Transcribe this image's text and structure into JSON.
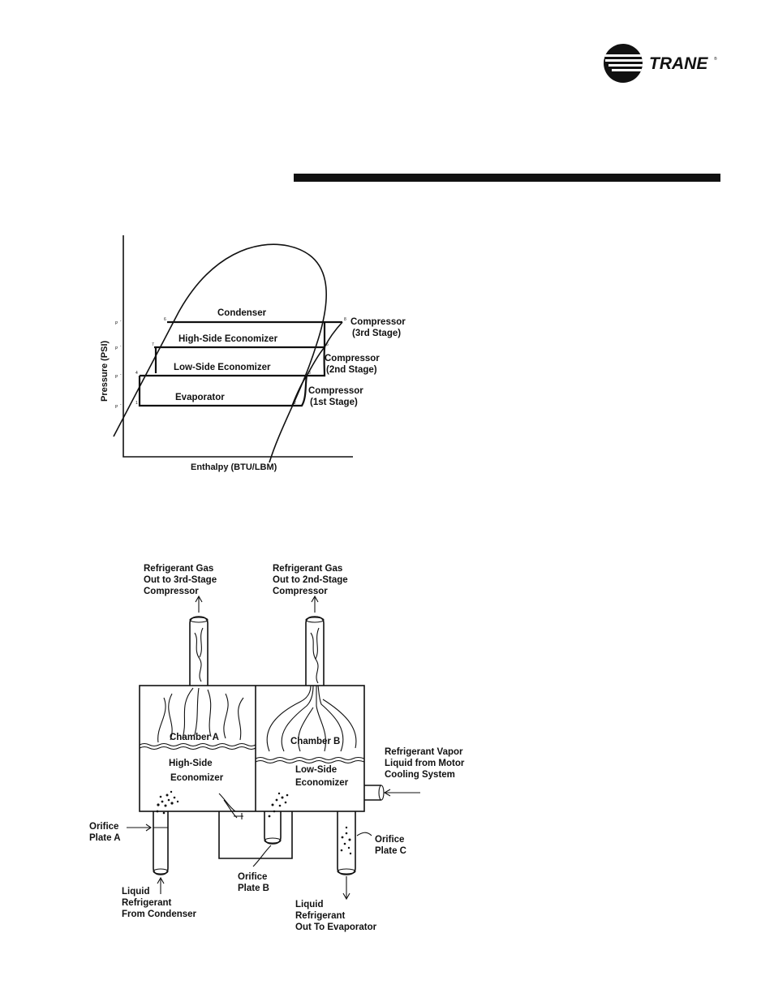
{
  "brand": {
    "name": "TRANE"
  },
  "ph_diagram": {
    "y_axis_label": "Pressure (PSI)",
    "x_axis_label": "Enthalpy (BTU/LBM)",
    "zones": {
      "condenser": "Condenser",
      "high_side_economizer": "High-Side Economizer",
      "low_side_economizer": "Low-Side Economizer",
      "evaporator": "Evaporator"
    },
    "stages": {
      "third_line1": "Compressor",
      "third_line2": "(3rd Stage)",
      "second_line1": "Compressor",
      "second_line2": "(2nd Stage)",
      "first_line1": "Compressor",
      "first_line2": "(1st Stage)"
    }
  },
  "economizer_diagram": {
    "gas_out_3rd": [
      "Refrigerant Gas",
      "Out to 3rd-Stage",
      "Compressor"
    ],
    "gas_out_2nd": [
      "Refrigerant Gas",
      "Out to 2nd-Stage",
      "Compressor"
    ],
    "chamber_a": "Chamber A",
    "chamber_b": "Chamber B",
    "high_side": [
      "High-Side",
      "Economizer"
    ],
    "low_side": [
      "Low-Side",
      "Economizer"
    ],
    "motor_cooling": [
      "Refrigerant Vapor",
      "Liquid from Motor",
      "Cooling System"
    ],
    "orifice_a": [
      "Orifice",
      "Plate A"
    ],
    "orifice_b": [
      "Orifice",
      "Plate B"
    ],
    "orifice_c": [
      "Orifice",
      "Plate C"
    ],
    "liquid_from_condenser": [
      "Liquid",
      "Refrigerant",
      "From Condenser"
    ],
    "liquid_to_evaporator": [
      "Liquid",
      "Refrigerant",
      "Out To Evaporator"
    ]
  }
}
